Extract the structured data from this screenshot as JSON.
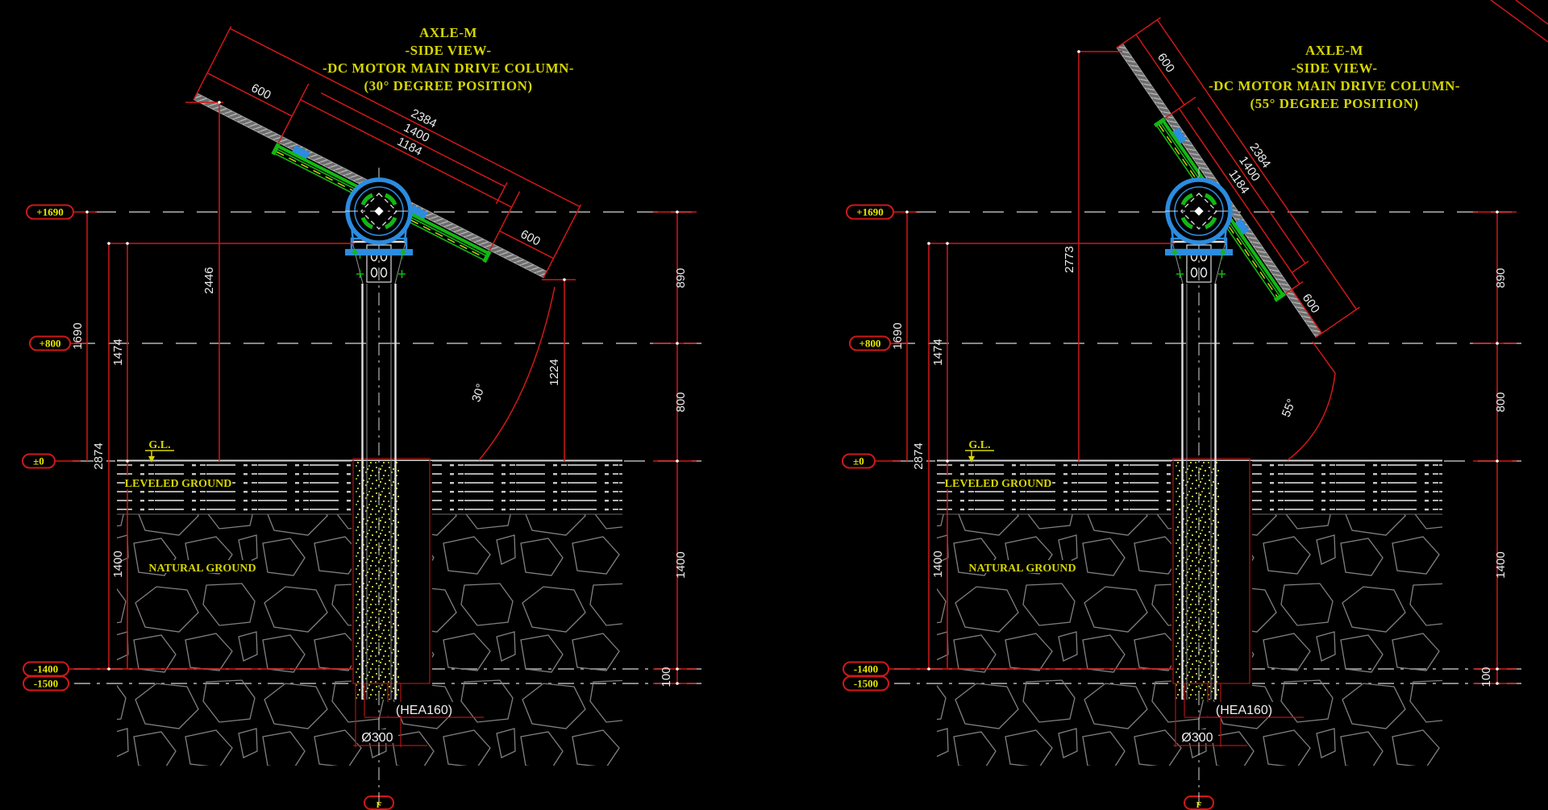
{
  "app": {
    "background": "#000000",
    "accent_red": "#d01818",
    "accent_yellow": "#d6d600",
    "dim_text_color": "#ececec",
    "rail_green": "#12b812",
    "motor_blue": "#2b8ce0"
  },
  "drawings": [
    {
      "title_lines": [
        "AXLE-M",
        "-SIDE VIEW-",
        "-DC MOTOR MAIN DRIVE COLUMN-",
        "(30° DEGREE POSITION)"
      ],
      "elevation_markers": [
        "+1690",
        "+800",
        "±0",
        "-1400",
        "-1500"
      ],
      "angle": "30°",
      "dims": {
        "overhang_top": "600",
        "total_len": "2384",
        "module_len": "1400",
        "rail_len": "1184",
        "overhang_bottom": "600",
        "tip_height": "2446",
        "axle_col": "1474",
        "h1690": "1690",
        "overall": "2874",
        "found_depth": "1400",
        "right_890": "890",
        "right_800": "800",
        "right_1400": "1400",
        "right_100": "100",
        "tip_drop": "1224"
      },
      "labels": {
        "ground_level": "G.L.",
        "leveled": "LEVELED GROUND",
        "natural": "NATURAL GROUND",
        "beam_section": "(HEA160)",
        "pier_dia": "Ø300",
        "section_marker": "F"
      }
    },
    {
      "title_lines": [
        "AXLE-M",
        "-SIDE VIEW-",
        "-DC MOTOR MAIN DRIVE COLUMN-",
        "(55° DEGREE POSITION)"
      ],
      "elevation_markers": [
        "+1690",
        "+800",
        "±0",
        "-1400",
        "-1500"
      ],
      "angle": "55°",
      "dims": {
        "overhang_top": "600",
        "total_len": "2384",
        "module_len": "1400",
        "rail_len": "1184",
        "overhang_bottom": "600",
        "tip_height": "2773",
        "axle_col": "1474",
        "h1690": "1690",
        "overall": "2874",
        "found_depth": "1400",
        "right_890": "890",
        "right_800": "800",
        "right_1400": "1400",
        "right_100": "100"
      },
      "labels": {
        "ground_level": "G.L.",
        "leveled": "LEVELED GROUND",
        "natural": "NATURAL GROUND",
        "beam_section": "(HEA160)",
        "pier_dia": "Ø300",
        "section_marker": "F"
      }
    }
  ]
}
